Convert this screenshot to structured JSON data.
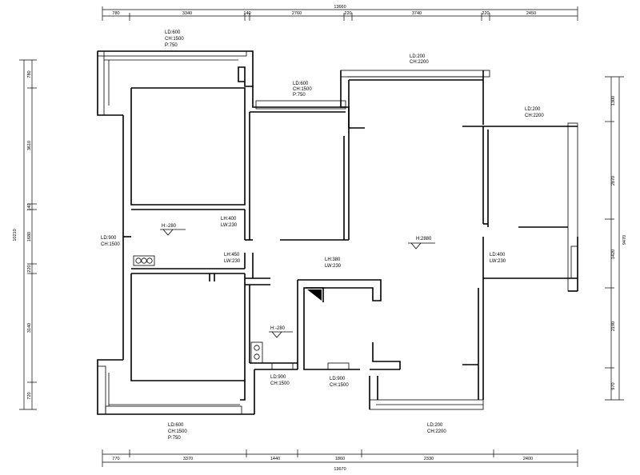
{
  "dimensions": {
    "top_total": "13660",
    "top_segments": [
      "780",
      "3340",
      "140",
      "2760",
      "220",
      "3740",
      "220",
      "2450"
    ],
    "bottom_total": "13670",
    "bottom_segments": [
      "770",
      "3370",
      "1440",
      "1860",
      "2330",
      "2400"
    ],
    "left_total": "10210",
    "left_segments": [
      "780",
      "3610",
      "140",
      "1680",
      "220",
      "3140",
      "720"
    ],
    "right_total": "9470",
    "right_segments": [
      "1300",
      "2870",
      "1420",
      "2190",
      "970"
    ]
  },
  "labels": {
    "bedroom_top_window": [
      "LD:600",
      "CH:1500",
      "P:750"
    ],
    "corridor_window": [
      "LD:600",
      "CH:1500",
      "P:750"
    ],
    "living_top_window": [
      "LD:200",
      "CH:2200"
    ],
    "right_room_window": [
      "LD:200",
      "CH:2200"
    ],
    "left_window": [
      "LD:900",
      "CH:1500"
    ],
    "bath_level": "H:-280",
    "bath_opening": [
      "LH:400",
      "LW:230"
    ],
    "hall_opening": [
      "LH:450",
      "LW:230"
    ],
    "living_height": "H:2880",
    "kitchen_opening": [
      "LH:380",
      "LW:230"
    ],
    "right_opening": [
      "LD:400",
      "LW:230"
    ],
    "bath2_level": "H:-280",
    "bottom_window_a": [
      "LD:900",
      "CH:1500"
    ],
    "bottom_window_b": [
      "LD:900",
      "CH:1500"
    ],
    "bedroom_bottom_window": [
      "LD:600",
      "CH:1500",
      "P:750"
    ],
    "living_bottom_window": [
      "LD:200",
      "CH:2200"
    ]
  }
}
